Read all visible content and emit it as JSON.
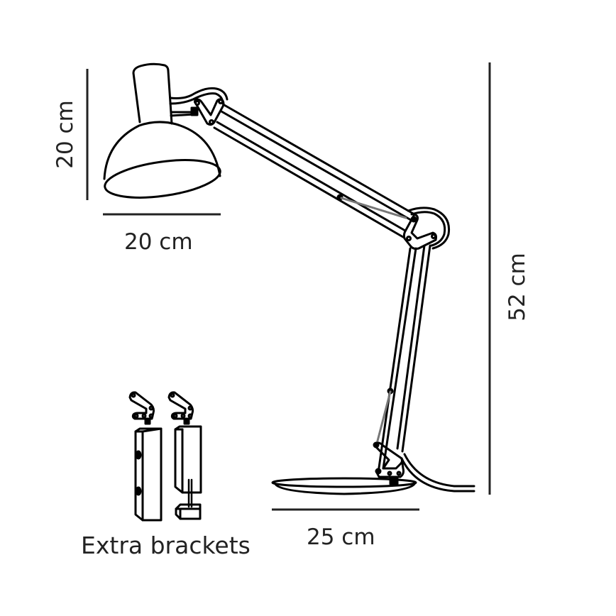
{
  "diagram": {
    "type": "product-dimension-drawing",
    "subject": "desk-lamp",
    "stroke_color": "#000000",
    "dimension_line_color": "#222222",
    "text_color": "#222222",
    "background": "#ffffff"
  },
  "dimensions": {
    "shade_height": {
      "value": "20 cm",
      "orientation": "vertical"
    },
    "shade_width": {
      "value": "20 cm",
      "orientation": "horizontal"
    },
    "total_height": {
      "value": "52 cm",
      "orientation": "vertical"
    },
    "base_width": {
      "value": "25 cm",
      "orientation": "horizontal"
    }
  },
  "accessories": {
    "caption": "Extra brackets",
    "items": [
      {
        "name": "screw-bracket"
      },
      {
        "name": "clamp-bracket"
      }
    ]
  }
}
